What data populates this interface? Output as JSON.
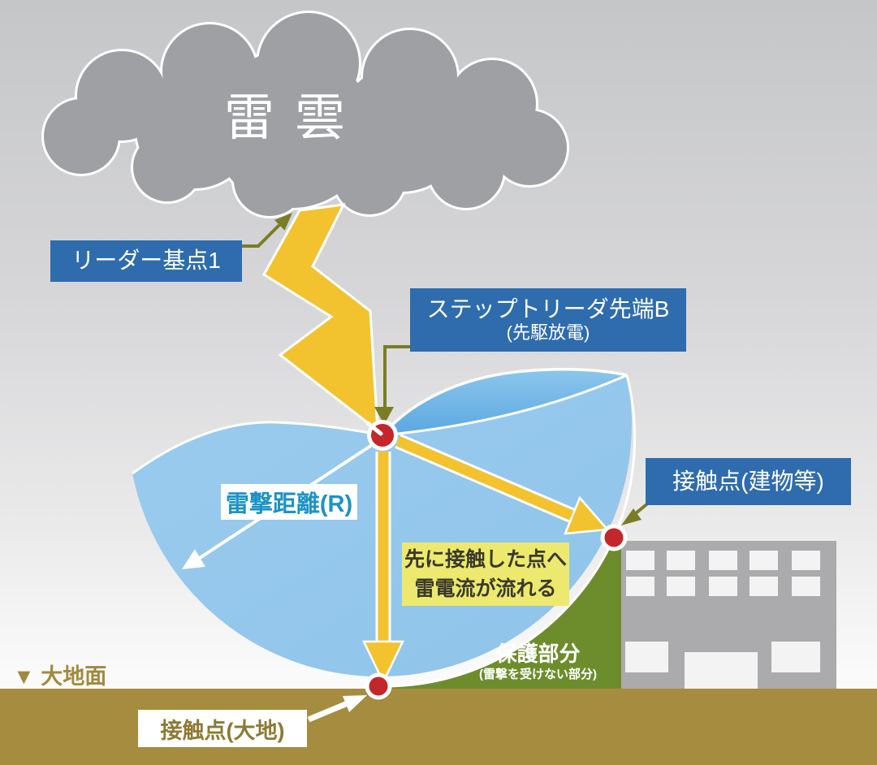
{
  "diagram": {
    "title_cloud": "雷雲",
    "labels": {
      "leader_origin": "リーダー基点1",
      "step_leader_line1": "ステップトリーダ先端B",
      "step_leader_line2": "(先駆放電)",
      "contact_building": "接触点(建物等)",
      "contact_ground": "接触点(大地)",
      "strike_distance": "雷撃距離(R)",
      "note_line1": "先に接触した点へ",
      "note_line2": "雷電流が流れる",
      "protected_line1": "保護部分",
      "protected_line2": "(雷撃を受けない部分)",
      "ground_surface": "▼ 大地面"
    },
    "colors": {
      "label_blue": "#2e6cae",
      "sphere_bowl_blue": "#93c7eb",
      "sphere_petal_blue_top": "#8cc6ec",
      "sphere_petal_blue_bottom": "#5aa8e0",
      "lightning_gold": "#f2c32e",
      "olive_arrow": "#7a7d24",
      "red_dot": "#c4272b",
      "protected_green": "#6d8d2d",
      "ground_brown": "#a58c3f",
      "ground_text": "#a08a3e",
      "contact_ground_text": "#8d7a33",
      "radius_text": "#1b93c6",
      "note_yellow": "#ece96e",
      "cloud_gray": "#9ea0a3",
      "building_gray": "#ababad"
    }
  }
}
